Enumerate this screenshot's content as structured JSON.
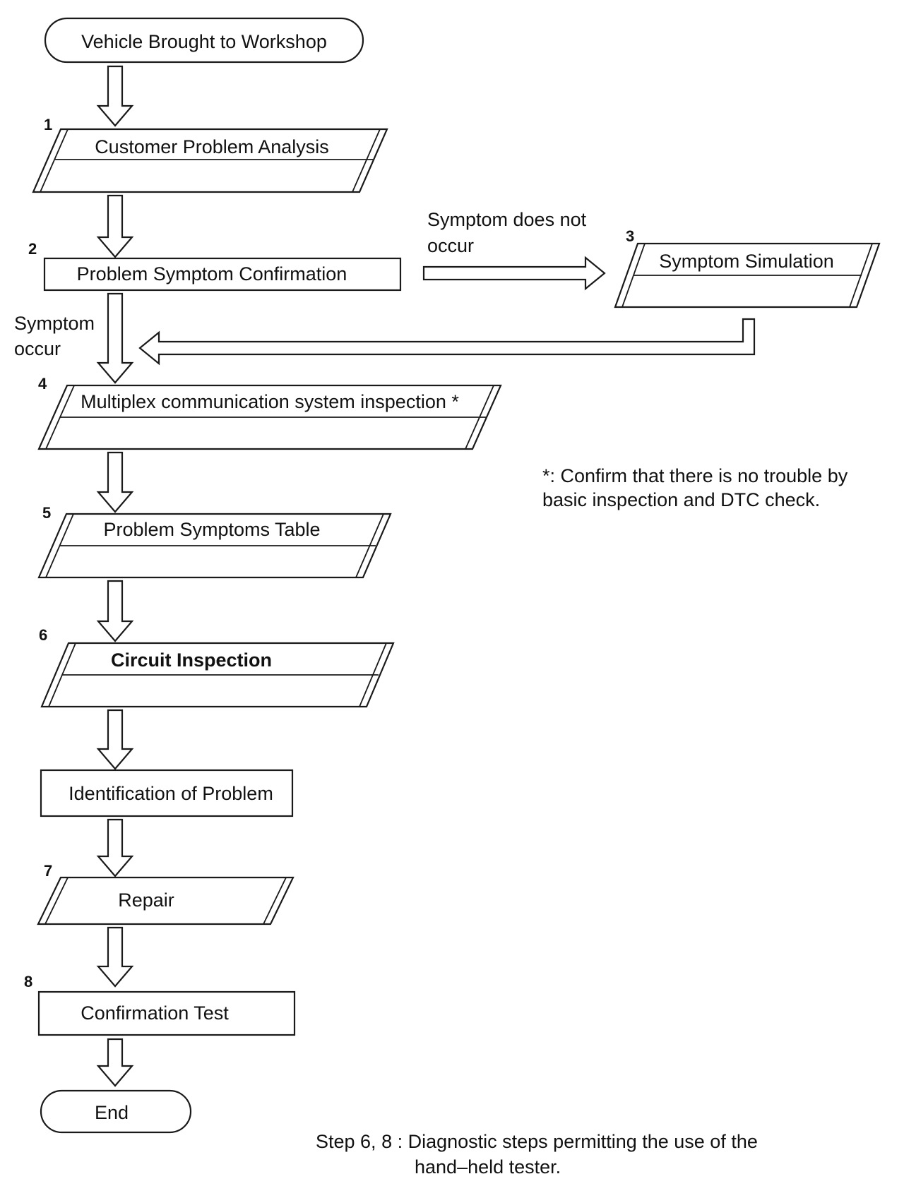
{
  "start": {
    "label": "Vehicle Brought to Workshop"
  },
  "steps": [
    {
      "number": "1",
      "label": "Customer Problem Analysis"
    },
    {
      "number": "2",
      "label": "Problem Symptom Confirmation"
    },
    {
      "number": "3",
      "label": "Symptom Simulation"
    },
    {
      "number": "4",
      "label": "Multiplex communication system inspection *"
    },
    {
      "number": "5",
      "label": "Problem Symptoms Table"
    },
    {
      "number": "6",
      "label": "Circuit Inspection"
    },
    {
      "number": "",
      "label": "Identification of Problem"
    },
    {
      "number": "7",
      "label": "Repair"
    },
    {
      "number": "8",
      "label": "Confirmation Test"
    }
  ],
  "end": {
    "label": "End"
  },
  "branches": {
    "not_occur": [
      "Symptom does not",
      "occur"
    ],
    "occur": [
      "Symptom",
      "occur"
    ]
  },
  "notes": {
    "asterisk": [
      "*: Confirm that there is no trouble by",
      "basic inspection and DTC check."
    ],
    "footer": [
      "Step 6, 8 : Diagnostic steps permitting the use of the",
      "hand–held tester."
    ]
  }
}
